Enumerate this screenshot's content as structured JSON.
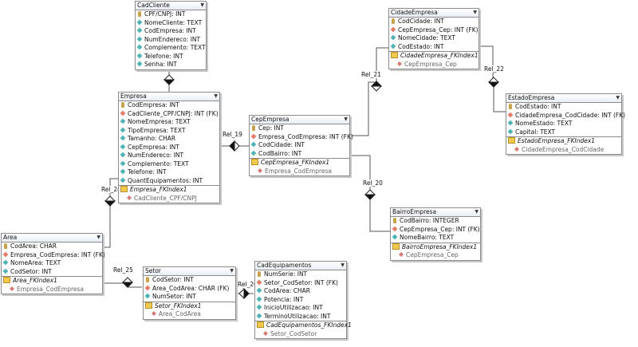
{
  "tables": {
    "cadcliente": {
      "name": "CadCliente",
      "columns": [
        {
          "text": "CPF/CNPJ: INT",
          "kind": "key"
        },
        {
          "text": "NomeCliente: TEXT",
          "kind": "attr"
        },
        {
          "text": "CodEmpresa: INT",
          "kind": "attr"
        },
        {
          "text": "NumEndereco: INT",
          "kind": "attr"
        },
        {
          "text": "Complemento: TEXT",
          "kind": "attr"
        },
        {
          "text": "Telefone: INT",
          "kind": "attr"
        },
        {
          "text": "Senha: INT",
          "kind": "attr"
        }
      ],
      "index": null
    },
    "empresa": {
      "name": "Empresa",
      "columns": [
        {
          "text": "CodEmpresa: INT",
          "kind": "key"
        },
        {
          "text": "CadCliente_CPF/CNPJ: INT (FK)",
          "kind": "fk"
        },
        {
          "text": "NomeEmpresa: TEXT",
          "kind": "attr"
        },
        {
          "text": "TipoEmpresa: TEXT",
          "kind": "attr"
        },
        {
          "text": "Tamanho: CHAR",
          "kind": "attr"
        },
        {
          "text": "CepEmpresa: INT",
          "kind": "attr"
        },
        {
          "text": "NumEndereco: INT",
          "kind": "attr"
        },
        {
          "text": "Complemento: TEXT",
          "kind": "attr"
        },
        {
          "text": "Telefone: INT",
          "kind": "attr"
        },
        {
          "text": "QuantEquipamentos: INT",
          "kind": "attr"
        }
      ],
      "index": {
        "name": "Empresa_FKIndex1",
        "column": "CadCliente_CPF/CNPJ"
      }
    },
    "cidadeempresa": {
      "name": "CidadeEmpresa",
      "columns": [
        {
          "text": "CodCidade: INT",
          "kind": "key"
        },
        {
          "text": "CepEmpresa_Cep: INT (FK)",
          "kind": "fk"
        },
        {
          "text": "NomeCidade: TEXT",
          "kind": "attr"
        },
        {
          "text": "CodEstado: INT",
          "kind": "attr"
        }
      ],
      "index": {
        "name": "CidadeEmpresa_FKIndex1",
        "column": "CepEmpresa_Cep"
      }
    },
    "estadoempresa": {
      "name": "EstadoEmpresa",
      "columns": [
        {
          "text": "CodEstado: INT",
          "kind": "key"
        },
        {
          "text": "CidadeEmpresa_CodCidade: INT (FK)",
          "kind": "fk"
        },
        {
          "text": "NomeEstado: TEXT",
          "kind": "attr"
        },
        {
          "text": "Capital: TEXT",
          "kind": "attr"
        }
      ],
      "index": {
        "name": "EstadoEmpresa_FKIndex1",
        "column": "CidadeEmpresa_CodCidade"
      }
    },
    "cepempresa": {
      "name": "CepEmpresa",
      "columns": [
        {
          "text": "Cep: INT",
          "kind": "key"
        },
        {
          "text": "Empresa_CodEmpresa: INT (FK)",
          "kind": "fk"
        },
        {
          "text": "CodCidade: INT",
          "kind": "attr"
        },
        {
          "text": "CodBairro: INT",
          "kind": "attr"
        }
      ],
      "index": {
        "name": "CepEmpresa_FKIndex1",
        "column": "Empresa_CodEmpresa"
      }
    },
    "bairroempresa": {
      "name": "BairroEmpresa",
      "columns": [
        {
          "text": "CodBairro: INTEGER",
          "kind": "key"
        },
        {
          "text": "CepEmpresa_Cep: INT (FK)",
          "kind": "fk"
        },
        {
          "text": "NomeBairro: TEXT",
          "kind": "attr"
        }
      ],
      "index": {
        "name": "BairroEmpresa_FKIndex1",
        "column": "CepEmpresa_Cep"
      }
    },
    "area": {
      "name": "Area",
      "columns": [
        {
          "text": "CodArea: CHAR",
          "kind": "key"
        },
        {
          "text": "Empresa_CodEmpresa: INT (FK)",
          "kind": "fk"
        },
        {
          "text": "NomeArea: TEXT",
          "kind": "attr"
        },
        {
          "text": "CodSetor: INT",
          "kind": "attr"
        }
      ],
      "index": {
        "name": "Area_FKIndex1",
        "column": "Empresa_CodEmpresa"
      }
    },
    "setor": {
      "name": "Setor",
      "columns": [
        {
          "text": "CodSetor: INT",
          "kind": "key"
        },
        {
          "text": "Area_CodArea: CHAR (FK)",
          "kind": "fk"
        },
        {
          "text": "NumSetor: INT",
          "kind": "attr"
        }
      ],
      "index": {
        "name": "Setor_FKIndex1",
        "column": "Area_CodArea"
      }
    },
    "cadequipamentos": {
      "name": "CadEquipamentos",
      "columns": [
        {
          "text": "NumSerie: INT",
          "kind": "key"
        },
        {
          "text": "Setor_CodSetor: INT (FK)",
          "kind": "fk"
        },
        {
          "text": "CodArea: CHAR",
          "kind": "attr"
        },
        {
          "text": "Potencia: INT",
          "kind": "attr"
        },
        {
          "text": "InicioUtilizacao: INT",
          "kind": "attr"
        },
        {
          "text": "TerminoUtilizacao: INT",
          "kind": "attr"
        }
      ],
      "index": {
        "name": "CadEquipamentos_FKIndex1",
        "column": "Setor_CodSetor"
      }
    }
  },
  "relations": {
    "rel_19": "Rel_19",
    "rel_21": "Rel_21",
    "rel_22": "Rel_22",
    "rel_20": "Rel_20",
    "rel_24": "Rel_24",
    "rel_25": "Rel_25",
    "rel_26": "Rel_26"
  },
  "icons": {
    "key": "key-icon",
    "fk": "foreign-key-icon",
    "attr": "attribute-icon",
    "index": "index-icon"
  }
}
